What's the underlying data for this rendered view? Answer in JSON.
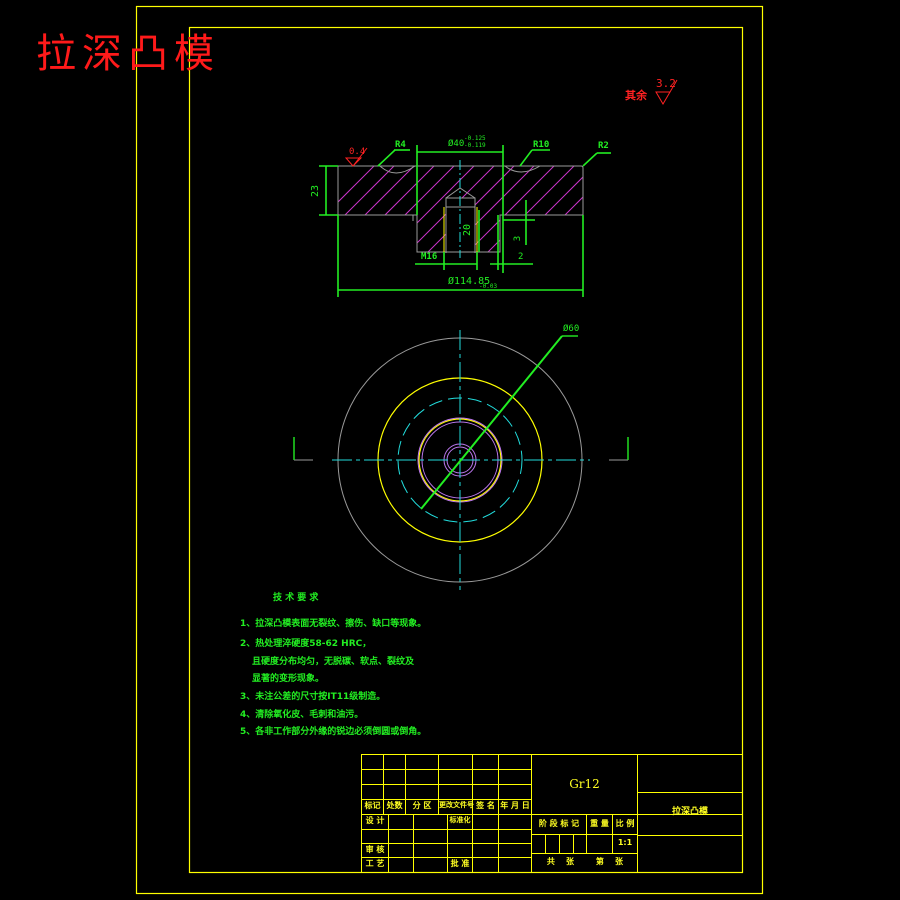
{
  "drawing": {
    "title": "拉深凸模",
    "roughness_note": {
      "label": "其余",
      "value": "3.2"
    },
    "colors": {
      "background": "#000000",
      "frame": "#ffff00",
      "dimension": "#22ee22",
      "outline": "#9a9a9a",
      "hatch": "#cc33cc",
      "centerline": "#22dddd",
      "title": "#ff1a1a"
    }
  },
  "section_view": {
    "dimensions": {
      "r4": "R4",
      "bore": "Ø40",
      "bore_tol_upper": "-0.125",
      "bore_tol_lower": "-0.119",
      "r10": "R10",
      "r2": "R2",
      "height": "23",
      "roughness_local": "0.4",
      "thread": "M16",
      "depth": "20",
      "step": "3",
      "gap": "2",
      "outer_dia": "Ø114.85",
      "outer_tol": "-0.03"
    }
  },
  "plan_view": {
    "dimension": "Ø60"
  },
  "technical_requirements": {
    "heading": "技 术 要 求",
    "items": [
      "1、拉深凸模表面无裂纹、擦伤、缺口等现象。",
      "2、热处理淬硬度58-62 HRC，",
      "且硬度分布均匀，无脱碳、软点、裂纹及",
      "显著的变形现象。",
      "3、未注公差的尺寸按IT11级制造。",
      "4、清除氧化皮、毛刺和油污。",
      "5、各非工作部分外缘的锐边必须倒圆或倒角。"
    ]
  },
  "title_block": {
    "material": "Gr12",
    "part_name": "拉深凸模",
    "header_row": [
      "标记",
      "处数",
      "分 区",
      "更改文件号",
      "签 名",
      "年 月 日"
    ],
    "design": "设 计",
    "standardize": "标准化",
    "review": "审 核",
    "process": "工 艺",
    "approve": "批 准",
    "stage_mark": "阶 段 标 记",
    "weight": "重 量",
    "scale_label": "比 例",
    "scale_value": "1:1",
    "total_sheets": "共    张",
    "sheet_no": "第    张"
  }
}
